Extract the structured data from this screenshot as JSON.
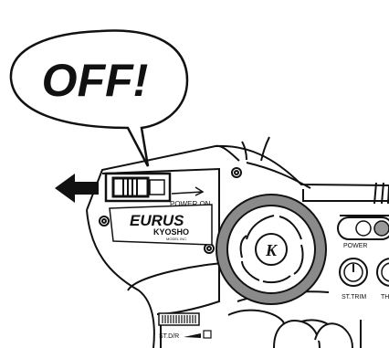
{
  "callout": {
    "text": "OFF!"
  },
  "switch": {
    "label": "POWER ON",
    "state": "off",
    "direction": "left"
  },
  "brand": {
    "logo": "EURUS",
    "name": "KYOSHO",
    "sub": "MODEL INC."
  },
  "wheel_logo": "K",
  "controls": {
    "power_label": "POWER",
    "steering_trim_label": "ST.TRIM",
    "throttle_label_partial": "TH",
    "steering_dr_label": "ST.D/R"
  },
  "colors": {
    "ink": "#111111",
    "wheel_ring": "#8a8a8a",
    "background": "#ffffff"
  }
}
